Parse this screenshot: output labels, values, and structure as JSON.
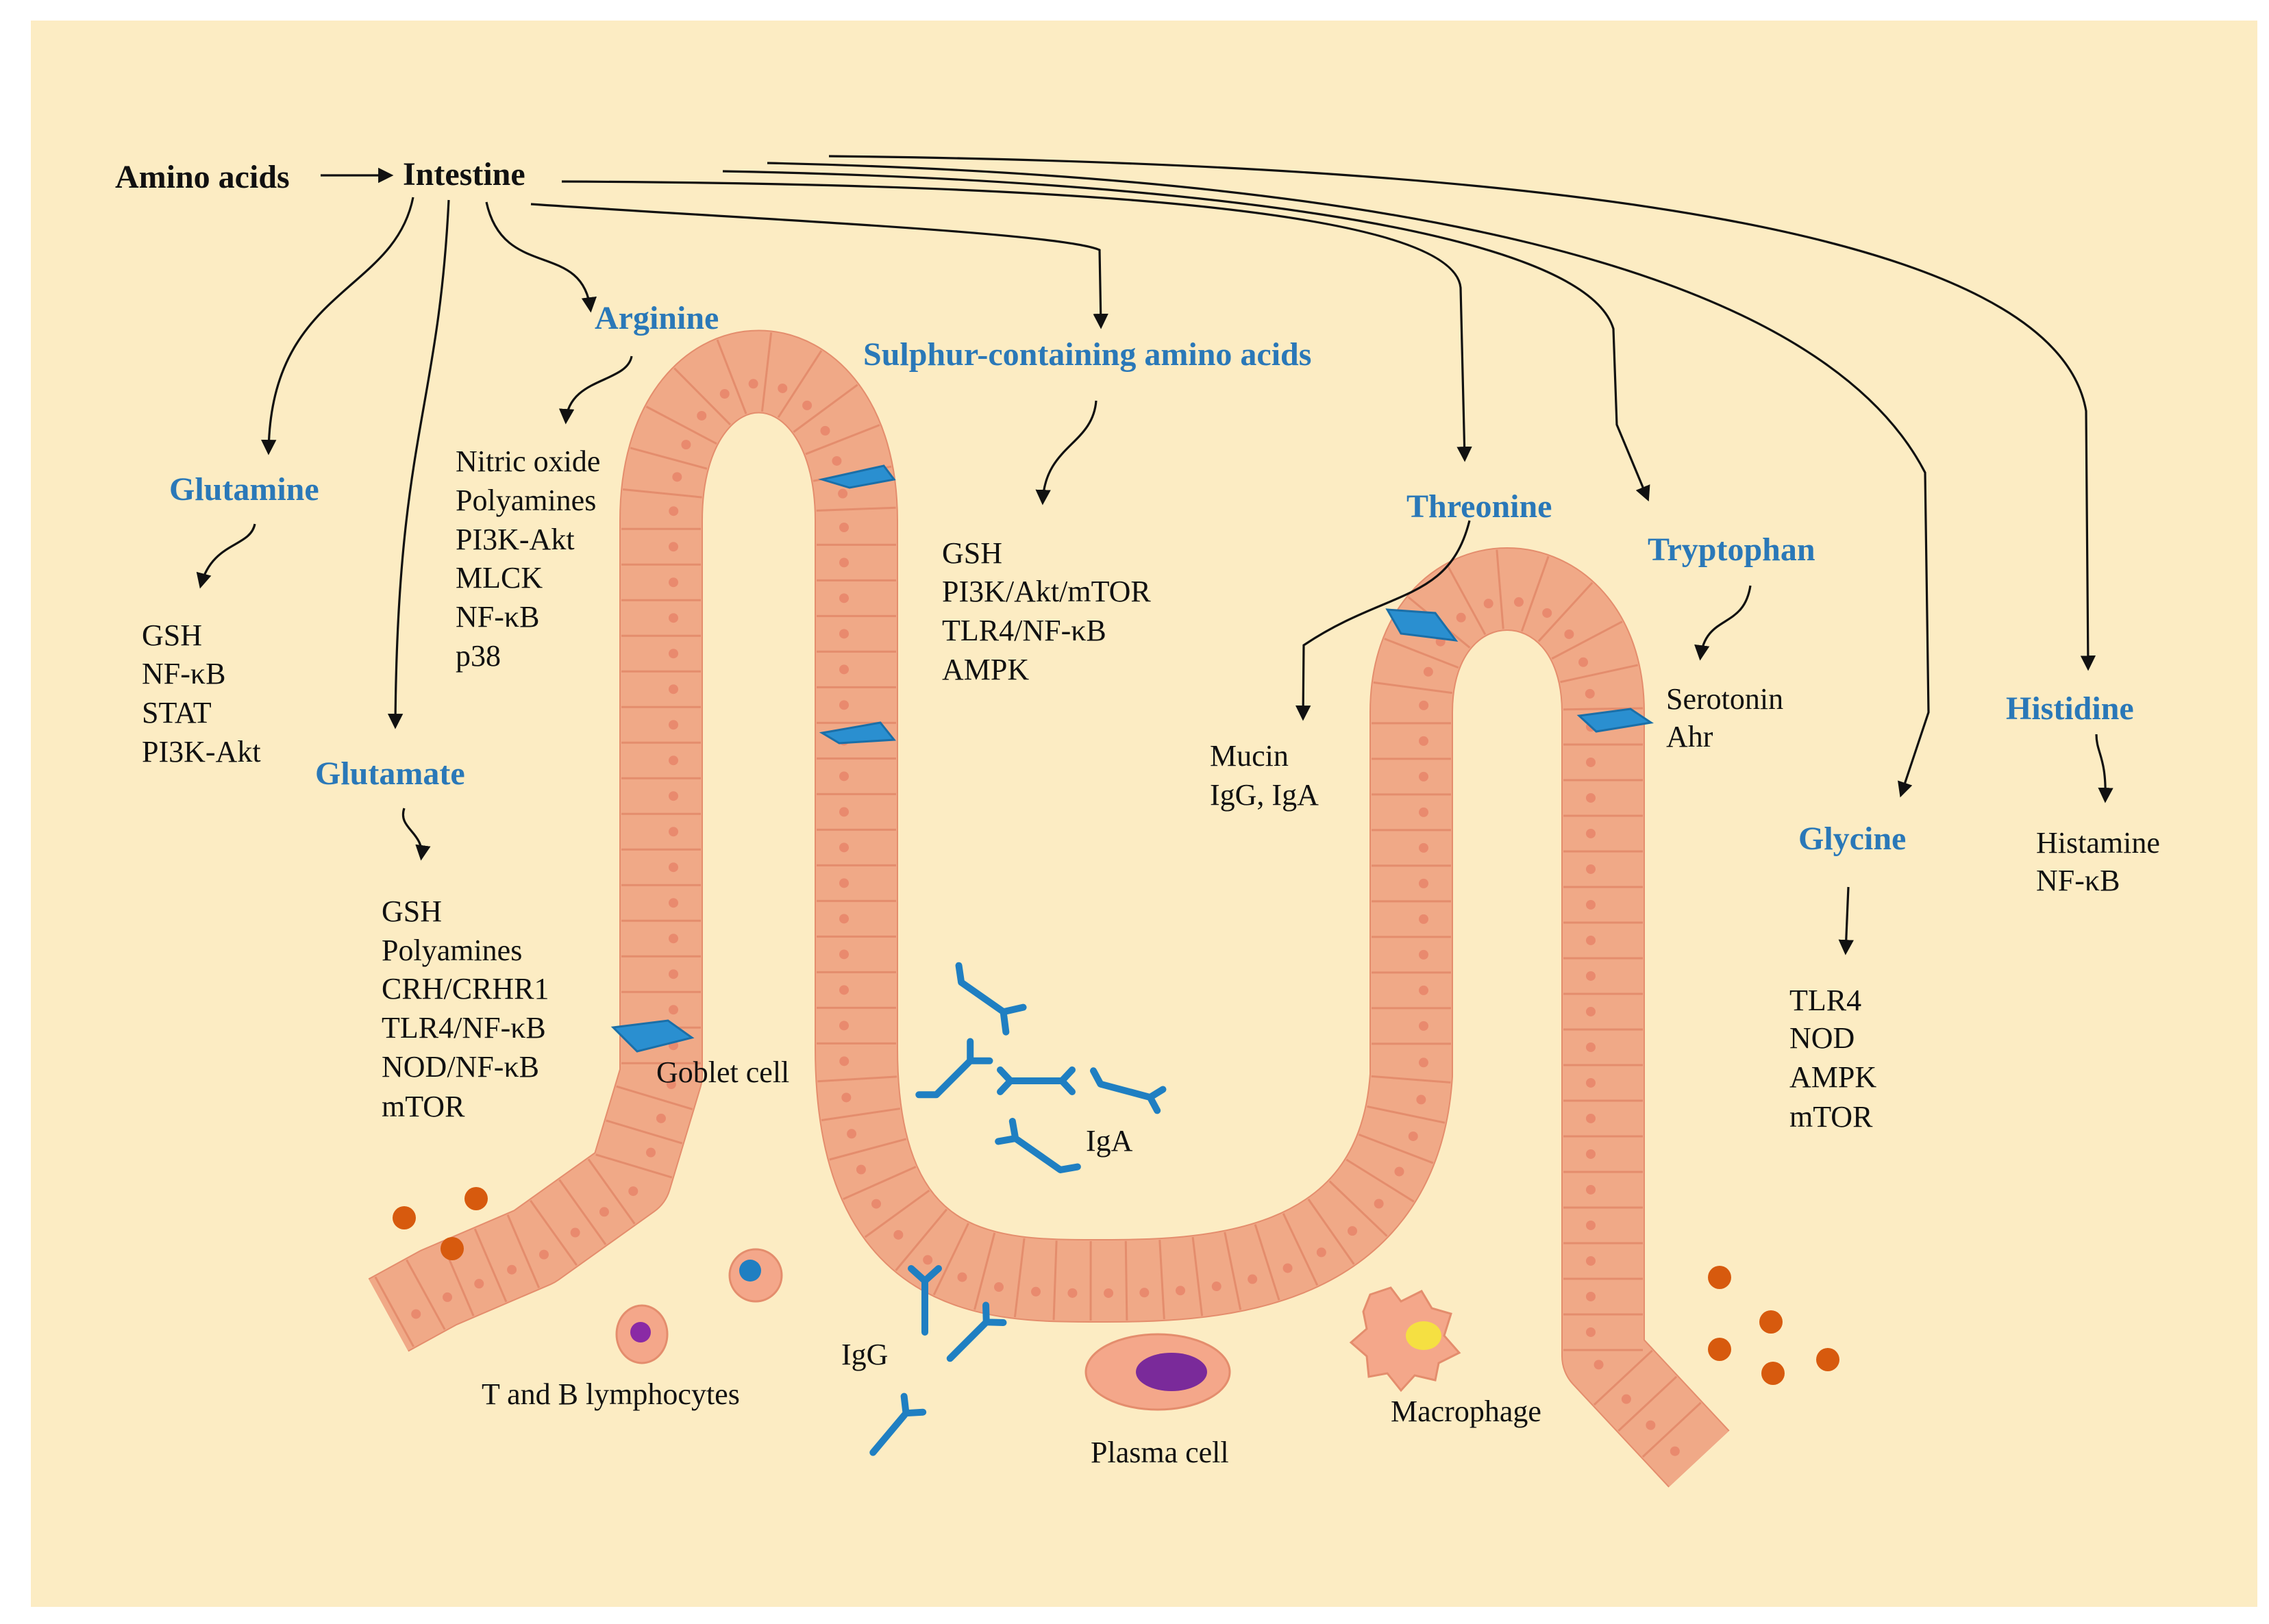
{
  "source": {
    "label": "Amino acids"
  },
  "hub": {
    "label": "Intestine"
  },
  "amino_acids": [
    {
      "name": "Glutamine",
      "targets": [
        "GSH",
        "NF-κB",
        "STAT",
        "PI3K-Akt"
      ]
    },
    {
      "name": "Glutamate",
      "targets": [
        "GSH",
        "Polyamines",
        "CRH/CRHR1",
        "TLR4/NF-κB",
        "NOD/NF-κB",
        "mTOR"
      ]
    },
    {
      "name": "Arginine",
      "targets": [
        "Nitric oxide",
        "Polyamines",
        "PI3K-Akt",
        "MLCK",
        "NF-κB",
        "p38"
      ]
    },
    {
      "name": "Sulphur-containing amino acids",
      "targets": [
        "GSH",
        "PI3K/Akt/mTOR",
        "TLR4/NF-κB",
        "AMPK"
      ]
    },
    {
      "name": "Threonine",
      "targets": [
        "Mucin",
        "IgG, IgA"
      ]
    },
    {
      "name": "Tryptophan",
      "targets": [
        "Serotonin",
        "Ahr"
      ]
    },
    {
      "name": "Glycine",
      "targets": [
        "TLR4",
        "NOD",
        "AMPK",
        "mTOR"
      ]
    },
    {
      "name": "Histidine",
      "targets": [
        "Histamine",
        "NF-κB"
      ]
    }
  ],
  "labels": {
    "goblet": "Goblet cell",
    "iga": "IgA",
    "igg": "IgG",
    "lymphocytes": "T and B lymphocytes",
    "plasma": "Plasma cell",
    "macrophage": "Macrophage"
  },
  "colors": {
    "background": "#fcecc3",
    "accent_text": "#2a78b8",
    "epithelium": "#f0a987",
    "goblet": "#2a8fd0",
    "antibody": "#1f7fc2",
    "particles": "#d75a0e",
    "plasma_nucleus": "#7a2a9a",
    "macrophage_nucleus": "#f5e042"
  }
}
